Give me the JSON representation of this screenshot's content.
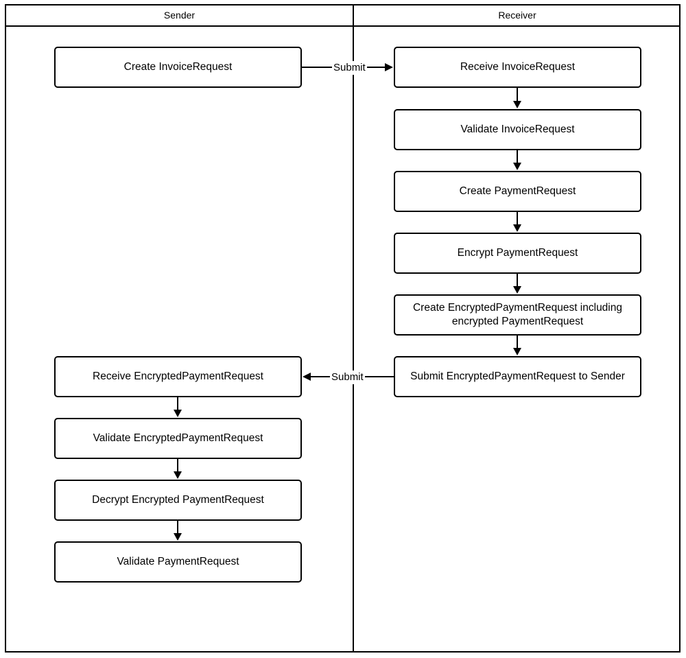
{
  "diagram": {
    "title": "Invoice / PaymentRequest exchange swimlane flowchart",
    "colors": {
      "stroke": "#000000",
      "background": "#ffffff",
      "text": "#000000"
    },
    "lanes": [
      {
        "id": "sender",
        "title": "Sender"
      },
      {
        "id": "receiver",
        "title": "Receiver"
      }
    ],
    "nodes": {
      "sender": [
        {
          "id": "create-invoice-request",
          "label": "Create InvoiceRequest"
        },
        {
          "id": "receive-encrypted-payment-request",
          "label": "Receive EncryptedPaymentRequest"
        },
        {
          "id": "validate-encrypted-payment-request",
          "label": "Validate EncryptedPaymentRequest"
        },
        {
          "id": "decrypt-encrypted-payment-request",
          "label": "Decrypt Encrypted PaymentRequest"
        },
        {
          "id": "validate-payment-request",
          "label": "Validate PaymentRequest"
        }
      ],
      "receiver": [
        {
          "id": "receive-invoice-request",
          "label": "Receive InvoiceRequest"
        },
        {
          "id": "validate-invoice-request",
          "label": "Validate InvoiceRequest"
        },
        {
          "id": "create-payment-request",
          "label": "Create PaymentRequest"
        },
        {
          "id": "encrypt-payment-request",
          "label": "Encrypt PaymentRequest"
        },
        {
          "id": "create-encrypted-payment-request",
          "label_line1": "Create EncryptedPaymentRequest including",
          "label_line2": "encrypted PaymentRequest"
        },
        {
          "id": "submit-encrypted-payment-request-to-sender",
          "label": "Submit EncryptedPaymentRequest to Sender"
        }
      ]
    },
    "edges": {
      "submit_to_receiver": "Submit",
      "submit_to_sender": "Submit"
    }
  }
}
